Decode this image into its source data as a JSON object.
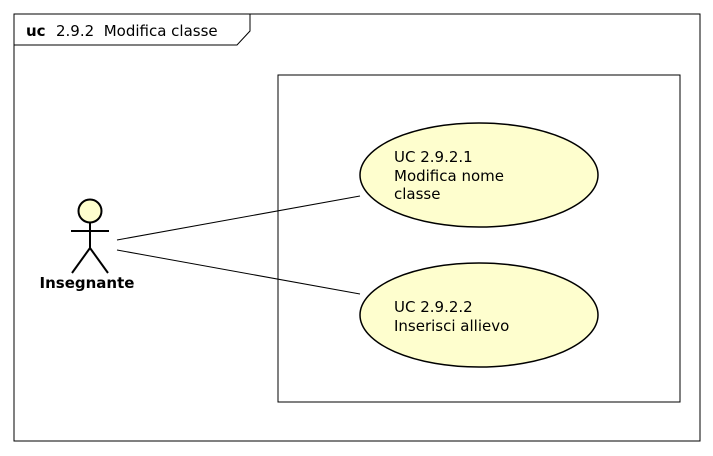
{
  "frame": {
    "keyword": "uc",
    "title": "2.9.2  Modifica classe"
  },
  "actor": {
    "name": "Insegnante"
  },
  "use_cases": [
    {
      "lines": [
        "UC 2.9.2.1",
        "Modifica nome",
        "classe"
      ]
    },
    {
      "lines": [
        "UC 2.9.2.2",
        "Inserisci allievo"
      ]
    }
  ],
  "colors": {
    "use_case_fill": "#FEFECE",
    "actor_head_fill": "#FEFECE",
    "stroke": "#000000",
    "background": "#FFFFFF"
  }
}
